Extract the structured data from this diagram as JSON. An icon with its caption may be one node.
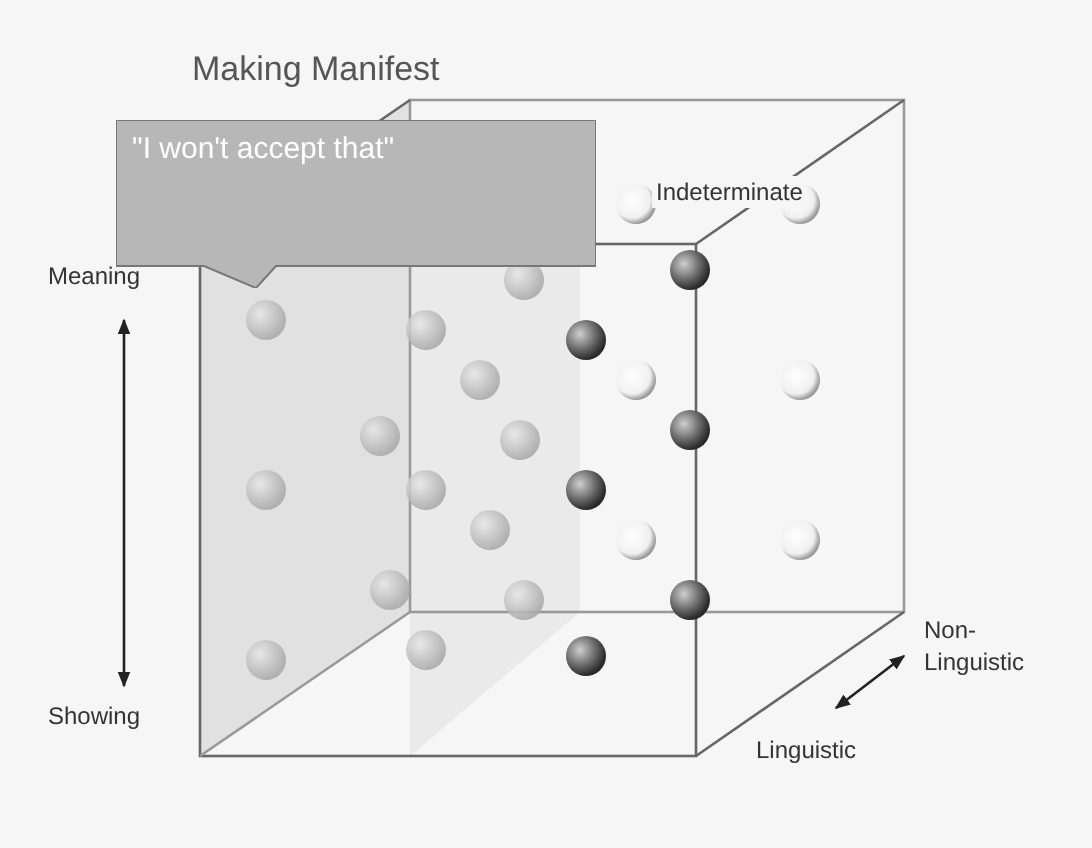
{
  "diagram": {
    "title": "Making Manifest",
    "nodes": [
      {
        "text": [
          "\"I won't accept that\""
        ]
      }
    ],
    "edges": [],
    "labels": [
      "Indeterminate",
      "Meaning",
      "Showing",
      "Non-Linguistic",
      "Linguistic"
    ]
  }
}
